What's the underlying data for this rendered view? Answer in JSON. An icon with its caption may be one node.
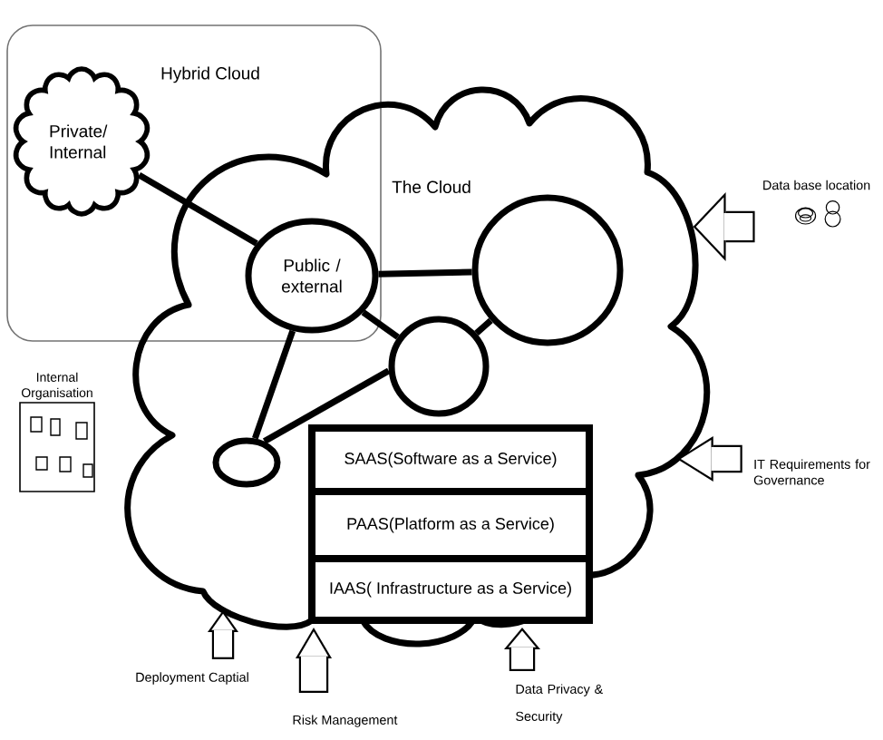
{
  "diagram": {
    "nodes": [
      {
        "text": [
          "Hybrid Cloud"
        ]
      },
      {
        "text": [
          "Private/ Internal"
        ],
        "in": 0
      },
      {
        "text": [
          "The Cloud"
        ]
      },
      {
        "text": [
          "Public / external"
        ]
      },
      {
        "text": [],
        "shape": "circle",
        "in": 2
      },
      {
        "text": [],
        "shape": "circle",
        "in": 2
      },
      {
        "text": [],
        "shape": "ellipse",
        "in": 2
      },
      {
        "text": [
          "SAAS(Software as a Service)"
        ],
        "in": 2
      },
      {
        "text": [
          "PAAS(Platform as a Service)"
        ],
        "in": 2
      },
      {
        "text": [
          "IAAS( Infrastructure as a Service)"
        ],
        "in": 2
      },
      {
        "text": [
          "Internal Organisation"
        ]
      },
      {
        "text": [
          "Data base location"
        ]
      },
      {
        "text": [
          "IT Requirements for Governance"
        ]
      },
      {
        "text": [
          "Deployment Captial"
        ]
      },
      {
        "text": [
          "Risk Management"
        ]
      },
      {
        "text": [
          "Data Privacy & Security"
        ]
      }
    ],
    "edges": [
      {
        "from": 1,
        "to": 3,
        "arrow": "none"
      },
      {
        "from": 3,
        "to": 4,
        "arrow": "none"
      },
      {
        "from": 3,
        "to": 5,
        "arrow": "none"
      },
      {
        "from": 5,
        "to": 4,
        "arrow": "none"
      },
      {
        "from": 3,
        "to": 6,
        "arrow": "none"
      },
      {
        "from": 6,
        "to": 5,
        "arrow": "none"
      },
      {
        "from": 11,
        "to": 2,
        "arrow": "to",
        "style": "thick"
      },
      {
        "from": 12,
        "to": 2,
        "arrow": "to",
        "style": "thick"
      },
      {
        "from": 13,
        "to": 2,
        "arrow": "to",
        "style": "thick"
      },
      {
        "from": 14,
        "to": 9,
        "arrow": "to",
        "style": "thick"
      },
      {
        "from": 15,
        "to": 9,
        "arrow": "to",
        "style": "thick"
      }
    ]
  }
}
